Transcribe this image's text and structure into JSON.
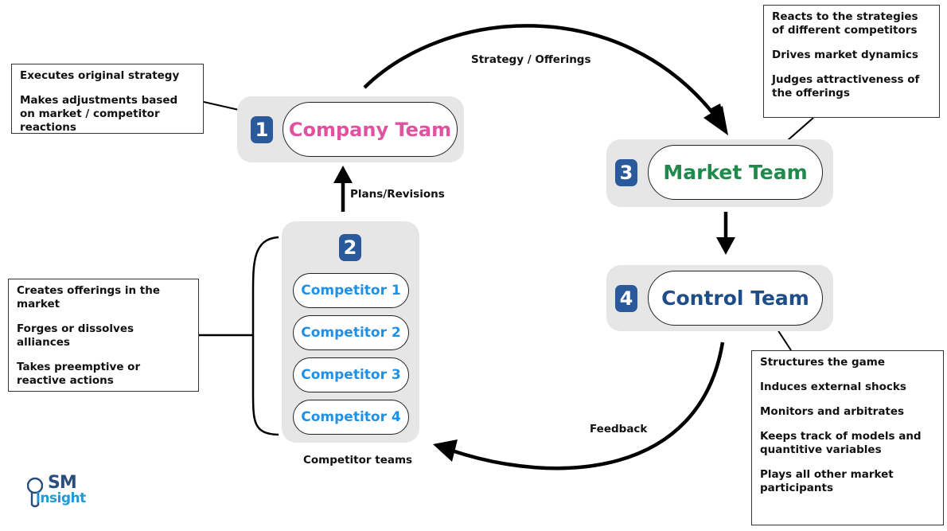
{
  "teams": {
    "company": {
      "number": "1",
      "label": "Company Team",
      "color": "#e0529f"
    },
    "competitors": {
      "number": "2",
      "items": [
        "Competitor 1",
        "Competitor 2",
        "Competitor 3",
        "Competitor 4"
      ],
      "caption": "Competitor teams",
      "color": "#1e90e6"
    },
    "market": {
      "number": "3",
      "label": "Market Team",
      "color": "#1f8a4c"
    },
    "control": {
      "number": "4",
      "label": "Control Team",
      "color": "#1f4e87"
    }
  },
  "arrow_labels": {
    "strategy": "Strategy / Offerings",
    "plans": "Plans/Revisions",
    "feedback": "Feedback"
  },
  "notes": {
    "company": [
      "Executes original strategy",
      "Makes adjustments based on market / competitor reactions"
    ],
    "competitors": [
      "Creates offerings in the market",
      "Forges or dissolves alliances",
      "Takes preemptive or reactive actions"
    ],
    "market": [
      "Reacts to the strategies of different competitors",
      "Drives market dynamics",
      "Judges attractiveness of the offerings"
    ],
    "control": [
      "Structures the game",
      "Induces external shocks",
      "Monitors and arbitrates",
      "Keeps track of models and quantitive variables",
      "Plays all other market participants"
    ]
  },
  "logo": {
    "sm": "SM",
    "insight": "insight",
    "color_sm": "#2a4f7c",
    "color_insight": "#1f9ad6"
  },
  "badge_color": "#2a5a9c"
}
